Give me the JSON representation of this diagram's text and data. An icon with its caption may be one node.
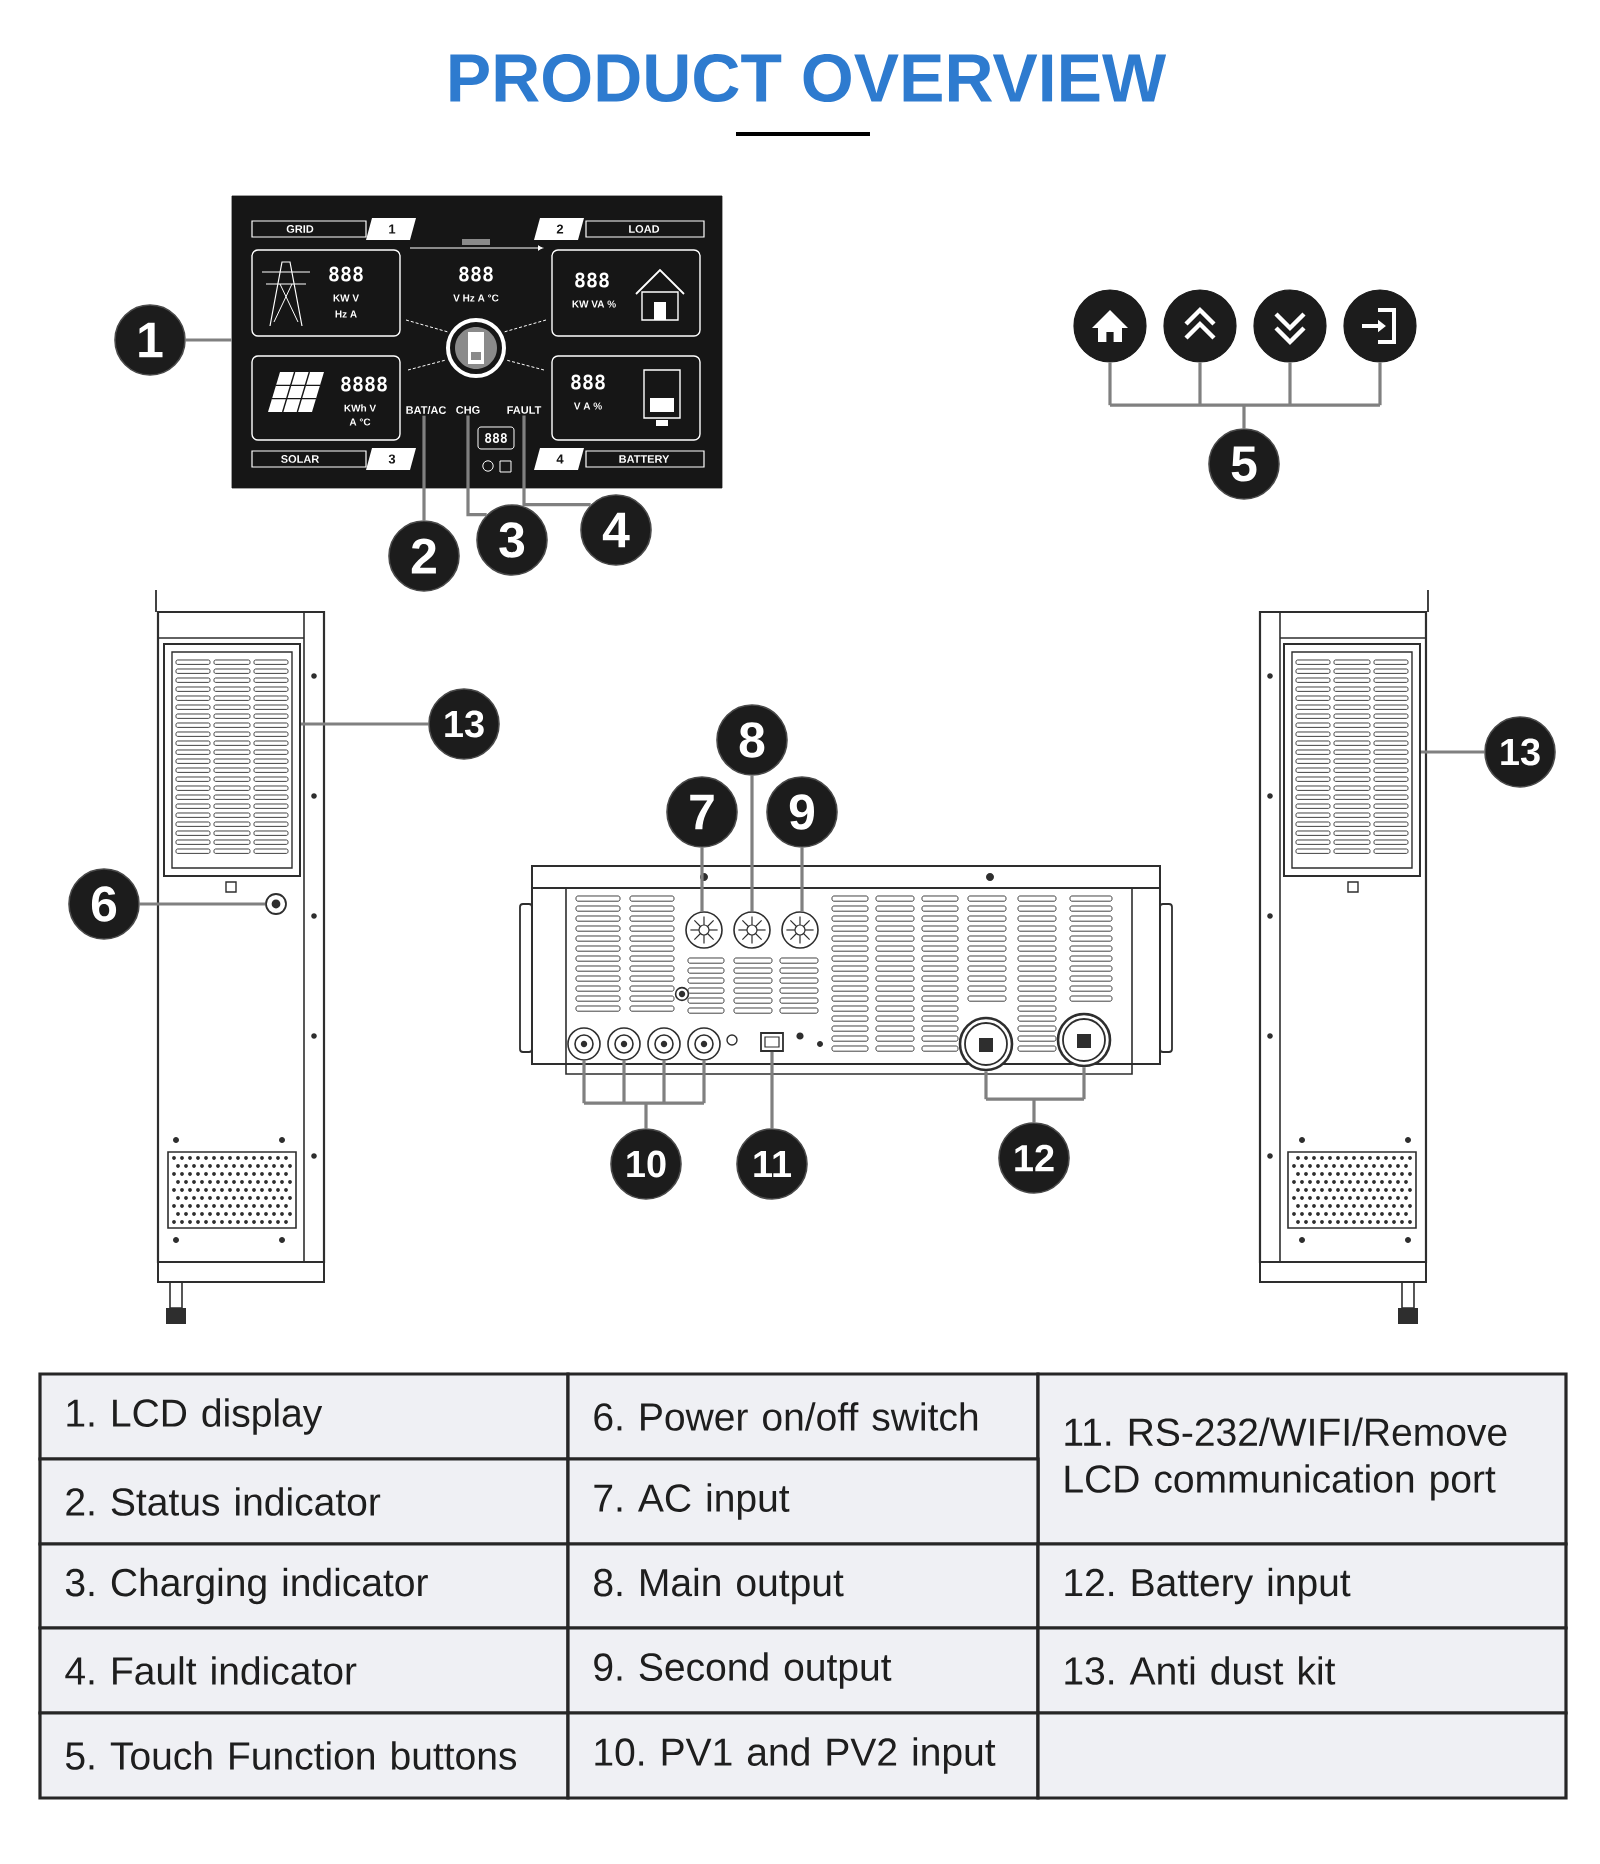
{
  "diagram": {
    "title": "PRODUCT OVERVIEW",
    "nodes": [
      {
        "text": [
          "GRID",
          "1",
          "2",
          "LOAD",
          "888",
          "KW V",
          "Hz A",
          "888",
          "V Hz A °C",
          "888",
          "KW VA %",
          "8888",
          "KWh V",
          "A °C",
          "888",
          "V A %",
          "888",
          "SOLAR",
          "3",
          "4",
          "BATTERY"
        ]
      },
      {
        "text": [
          "BAT/AC"
        ],
        "in": 0
      },
      {
        "text": [
          "CHG"
        ],
        "in": 0
      },
      {
        "text": [
          "FAULT"
        ],
        "in": 0
      },
      {
        "text": [
          "1"
        ]
      },
      {
        "text": [
          "2"
        ]
      },
      {
        "text": [
          "3"
        ]
      },
      {
        "text": [
          "4"
        ]
      },
      {
        "text": [],
        "shape": "circle"
      },
      {
        "text": [],
        "shape": "circle"
      },
      {
        "text": [],
        "shape": "circle"
      },
      {
        "text": [],
        "shape": "circle"
      },
      {
        "text": [
          "5"
        ]
      },
      {
        "text": [],
        "shape": "box"
      },
      {
        "text": [
          "13"
        ]
      },
      {
        "text": [
          "6"
        ]
      },
      {
        "text": [],
        "shape": "circle"
      },
      {
        "text": [
          "7"
        ]
      },
      {
        "text": [
          "8"
        ]
      },
      {
        "text": [
          "9"
        ]
      },
      {
        "text": [],
        "shape": "circle"
      },
      {
        "text": [],
        "shape": "circle"
      },
      {
        "text": [],
        "shape": "circle"
      },
      {
        "text": [],
        "shape": "circle"
      },
      {
        "text": [],
        "shape": "circle"
      },
      {
        "text": [],
        "shape": "circle"
      },
      {
        "text": [],
        "shape": "circle"
      },
      {
        "text": [],
        "shape": "box"
      },
      {
        "text": [],
        "shape": "circle"
      },
      {
        "text": [],
        "shape": "circle"
      },
      {
        "text": [
          "10"
        ]
      },
      {
        "text": [
          "11"
        ]
      },
      {
        "text": [
          "12"
        ]
      },
      {
        "text": [],
        "shape": "box"
      },
      {
        "text": [
          "13"
        ]
      }
    ],
    "edges": [
      {
        "from": 4,
        "to": 0,
        "arrow": "none"
      },
      {
        "from": 5,
        "to": 1,
        "arrow": "none"
      },
      {
        "from": 6,
        "to": 2,
        "arrow": "none"
      },
      {
        "from": 7,
        "to": 3,
        "arrow": "none"
      },
      {
        "from": 12,
        "to": 8,
        "arrow": "none"
      },
      {
        "from": 12,
        "to": 9,
        "arrow": "none"
      },
      {
        "from": 12,
        "to": 10,
        "arrow": "none"
      },
      {
        "from": 12,
        "to": 11,
        "arrow": "none"
      },
      {
        "from": 14,
        "to": 13,
        "arrow": "none"
      },
      {
        "from": 15,
        "to": 16,
        "arrow": "none"
      },
      {
        "from": 17,
        "to": 20,
        "arrow": "none"
      },
      {
        "from": 18,
        "to": 21,
        "arrow": "none"
      },
      {
        "from": 19,
        "to": 22,
        "arrow": "none"
      },
      {
        "from": 30,
        "to": 23,
        "arrow": "none"
      },
      {
        "from": 30,
        "to": 24,
        "arrow": "none"
      },
      {
        "from": 30,
        "to": 25,
        "arrow": "none"
      },
      {
        "from": 30,
        "to": 26,
        "arrow": "none"
      },
      {
        "from": 31,
        "to": 27,
        "arrow": "none"
      },
      {
        "from": 32,
        "to": 28,
        "arrow": "none"
      },
      {
        "from": 32,
        "to": 29,
        "arrow": "none"
      },
      {
        "from": 34,
        "to": 33,
        "arrow": "none"
      }
    ],
    "labels": [
      "1. LCD display",
      "6. Power on/off switch",
      "11. RS-232/WIFI/Remove LCD communication port",
      "2. Status indicator",
      "7. AC input",
      "3. Charging indicator",
      "8. Main output",
      "12. Battery input",
      "4. Fault indicator",
      "9. Second output",
      "13. Anti dust kit",
      "5. Touch Function buttons",
      "10. PV1 and PV2 input"
    ]
  }
}
